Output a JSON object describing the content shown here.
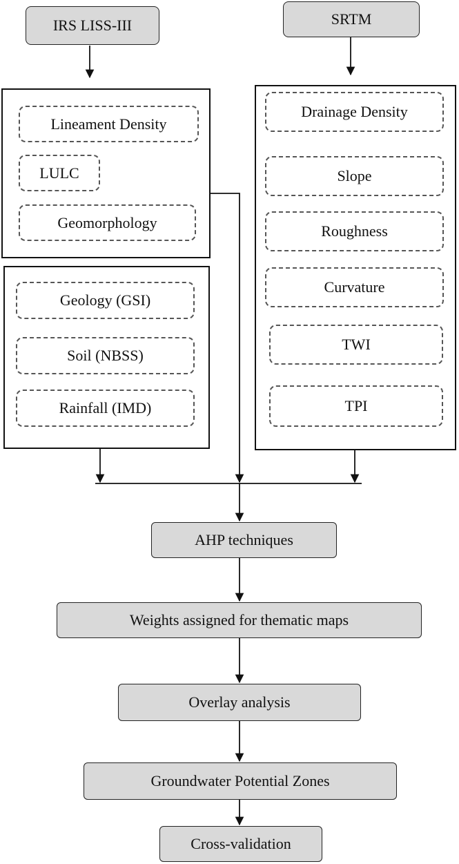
{
  "sources": {
    "left": "IRS LISS-III",
    "right": "SRTM"
  },
  "left_top_layers": [
    "Lineament Density",
    "LULC",
    "Geomorphology"
  ],
  "left_bottom_layers": [
    "Geology (GSI)",
    "Soil (NBSS)",
    "Rainfall (IMD)"
  ],
  "right_layers": [
    "Drainage Density",
    "Slope",
    "Roughness",
    "Curvature",
    "TWI",
    "TPI"
  ],
  "steps": [
    "AHP techniques",
    "Weights assigned for thematic maps",
    "Overlay analysis",
    "Groundwater Potential Zones",
    "Cross-validation"
  ]
}
